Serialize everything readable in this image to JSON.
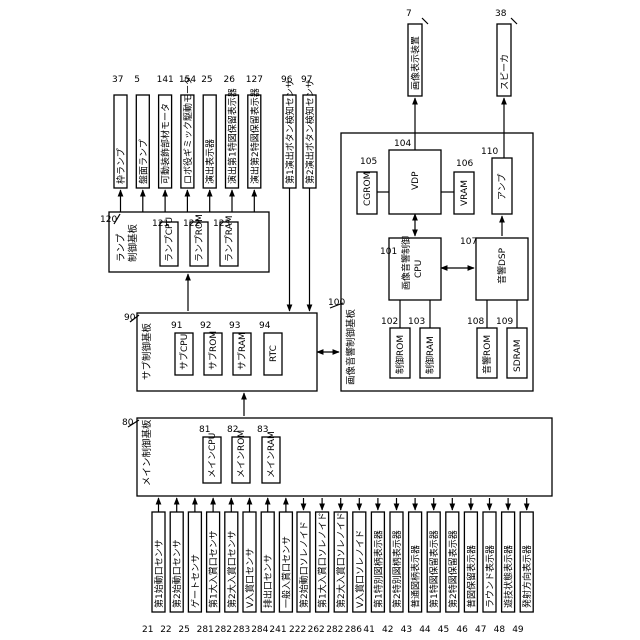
{
  "boards": {
    "main": {
      "ref": "80",
      "title": "メイン制御基板",
      "parts": [
        {
          "ref": "81",
          "label": "メインCPU"
        },
        {
          "ref": "82",
          "label": "メインROM"
        },
        {
          "ref": "83",
          "label": "メインRAM"
        }
      ]
    },
    "sub": {
      "ref": "90",
      "title": "サブ制御基板",
      "parts": [
        {
          "ref": "91",
          "label": "サブCPU"
        },
        {
          "ref": "92",
          "label": "サブROM"
        },
        {
          "ref": "93",
          "label": "サブRAM"
        },
        {
          "ref": "94",
          "label": "RTC"
        }
      ]
    },
    "lamp": {
      "ref": "120",
      "title_line1": "ランプ",
      "title_line2": "制御基板",
      "parts": [
        {
          "ref": "121",
          "label": "ランプCPU"
        },
        {
          "ref": "122",
          "label": "ランプROM"
        },
        {
          "ref": "123",
          "label": "ランプRAM"
        }
      ]
    },
    "av": {
      "ref": "100",
      "title": "画像音響制御基板",
      "parts": {
        "cgrom": {
          "ref": "105",
          "label": "CGROM"
        },
        "vdp": {
          "ref": "104",
          "label": "VDP"
        },
        "vram": {
          "ref": "106",
          "label": "VRAM"
        },
        "amp": {
          "ref": "110",
          "label": "アンプ"
        },
        "cpu": {
          "ref": "101",
          "label_line1": "画像音響制御",
          "label_line2": "CPU"
        },
        "dsp": {
          "ref": "107",
          "label": "音響DSP"
        },
        "ctrl_rom": {
          "ref": "102",
          "label": "制御ROM"
        },
        "ctrl_ram": {
          "ref": "103",
          "label": "制御RAM"
        },
        "snd_rom": {
          "ref": "108",
          "label": "音響ROM"
        },
        "sdram": {
          "ref": "109",
          "label": "SDRAM"
        }
      }
    }
  },
  "inputs": [
    {
      "ref": "21",
      "label": "第1始動口センサ"
    },
    {
      "ref": "22",
      "label": "第2始動口センサ"
    },
    {
      "ref": "25",
      "label": "ゲートセンサ"
    },
    {
      "ref": "281",
      "label": "第1大入賞口センサ"
    },
    {
      "ref": "282",
      "label": "第2大入賞口センサ"
    },
    {
      "ref": "283",
      "label": "V入賞口センサ"
    },
    {
      "ref": "284",
      "label": "排出口センサ"
    },
    {
      "ref": "241",
      "label": "一般入賞口センサ"
    }
  ],
  "main_outputs": [
    {
      "ref": "222",
      "label": "第2始動口ソレノイド"
    },
    {
      "ref": "262",
      "label": "第1大入賞口ソレノイド"
    },
    {
      "ref": "282",
      "label": "第2大入賞口ソレノイド"
    },
    {
      "ref": "286",
      "label": "V入賞口ソレノイド"
    },
    {
      "ref": "41",
      "label": "第1特別図柄表示器"
    },
    {
      "ref": "42",
      "label": "第2特別図柄表示器"
    },
    {
      "ref": "43",
      "label": "普通図柄表示器"
    },
    {
      "ref": "44",
      "label": "第1特図保留表示器"
    },
    {
      "ref": "45",
      "label": "第2特図保留表示器"
    },
    {
      "ref": "46",
      "label": "普図保留表示器"
    },
    {
      "ref": "47",
      "label": "ラウンド表示器"
    },
    {
      "ref": "48",
      "label": "遊技状態表示器"
    },
    {
      "ref": "49",
      "label": "発射方向表示器"
    }
  ],
  "lamp_outputs": [
    {
      "ref": "37",
      "label": "枠ランプ"
    },
    {
      "ref": "5",
      "label": "盤面ランプ"
    },
    {
      "ref": "141",
      "label": "可動装飾部材モータ"
    },
    {
      "ref": "154",
      "label": "ロボ役ギミック駆動モータ"
    },
    {
      "ref": "25",
      "label": "演出表示器"
    },
    {
      "ref": "26",
      "label": "演出第1特図保留表示器"
    },
    {
      "ref": "127",
      "label": "演出第2特図保留表示器"
    }
  ],
  "sub_inputs": [
    {
      "ref": "96",
      "label": "第1演出ボタン検知センサ"
    },
    {
      "ref": "97",
      "label": "第2演出ボタン検知センサ"
    }
  ],
  "av_outputs": [
    {
      "ref": "7",
      "label": "画像表示装置"
    },
    {
      "ref": "38",
      "label": "スピーカ"
    }
  ]
}
